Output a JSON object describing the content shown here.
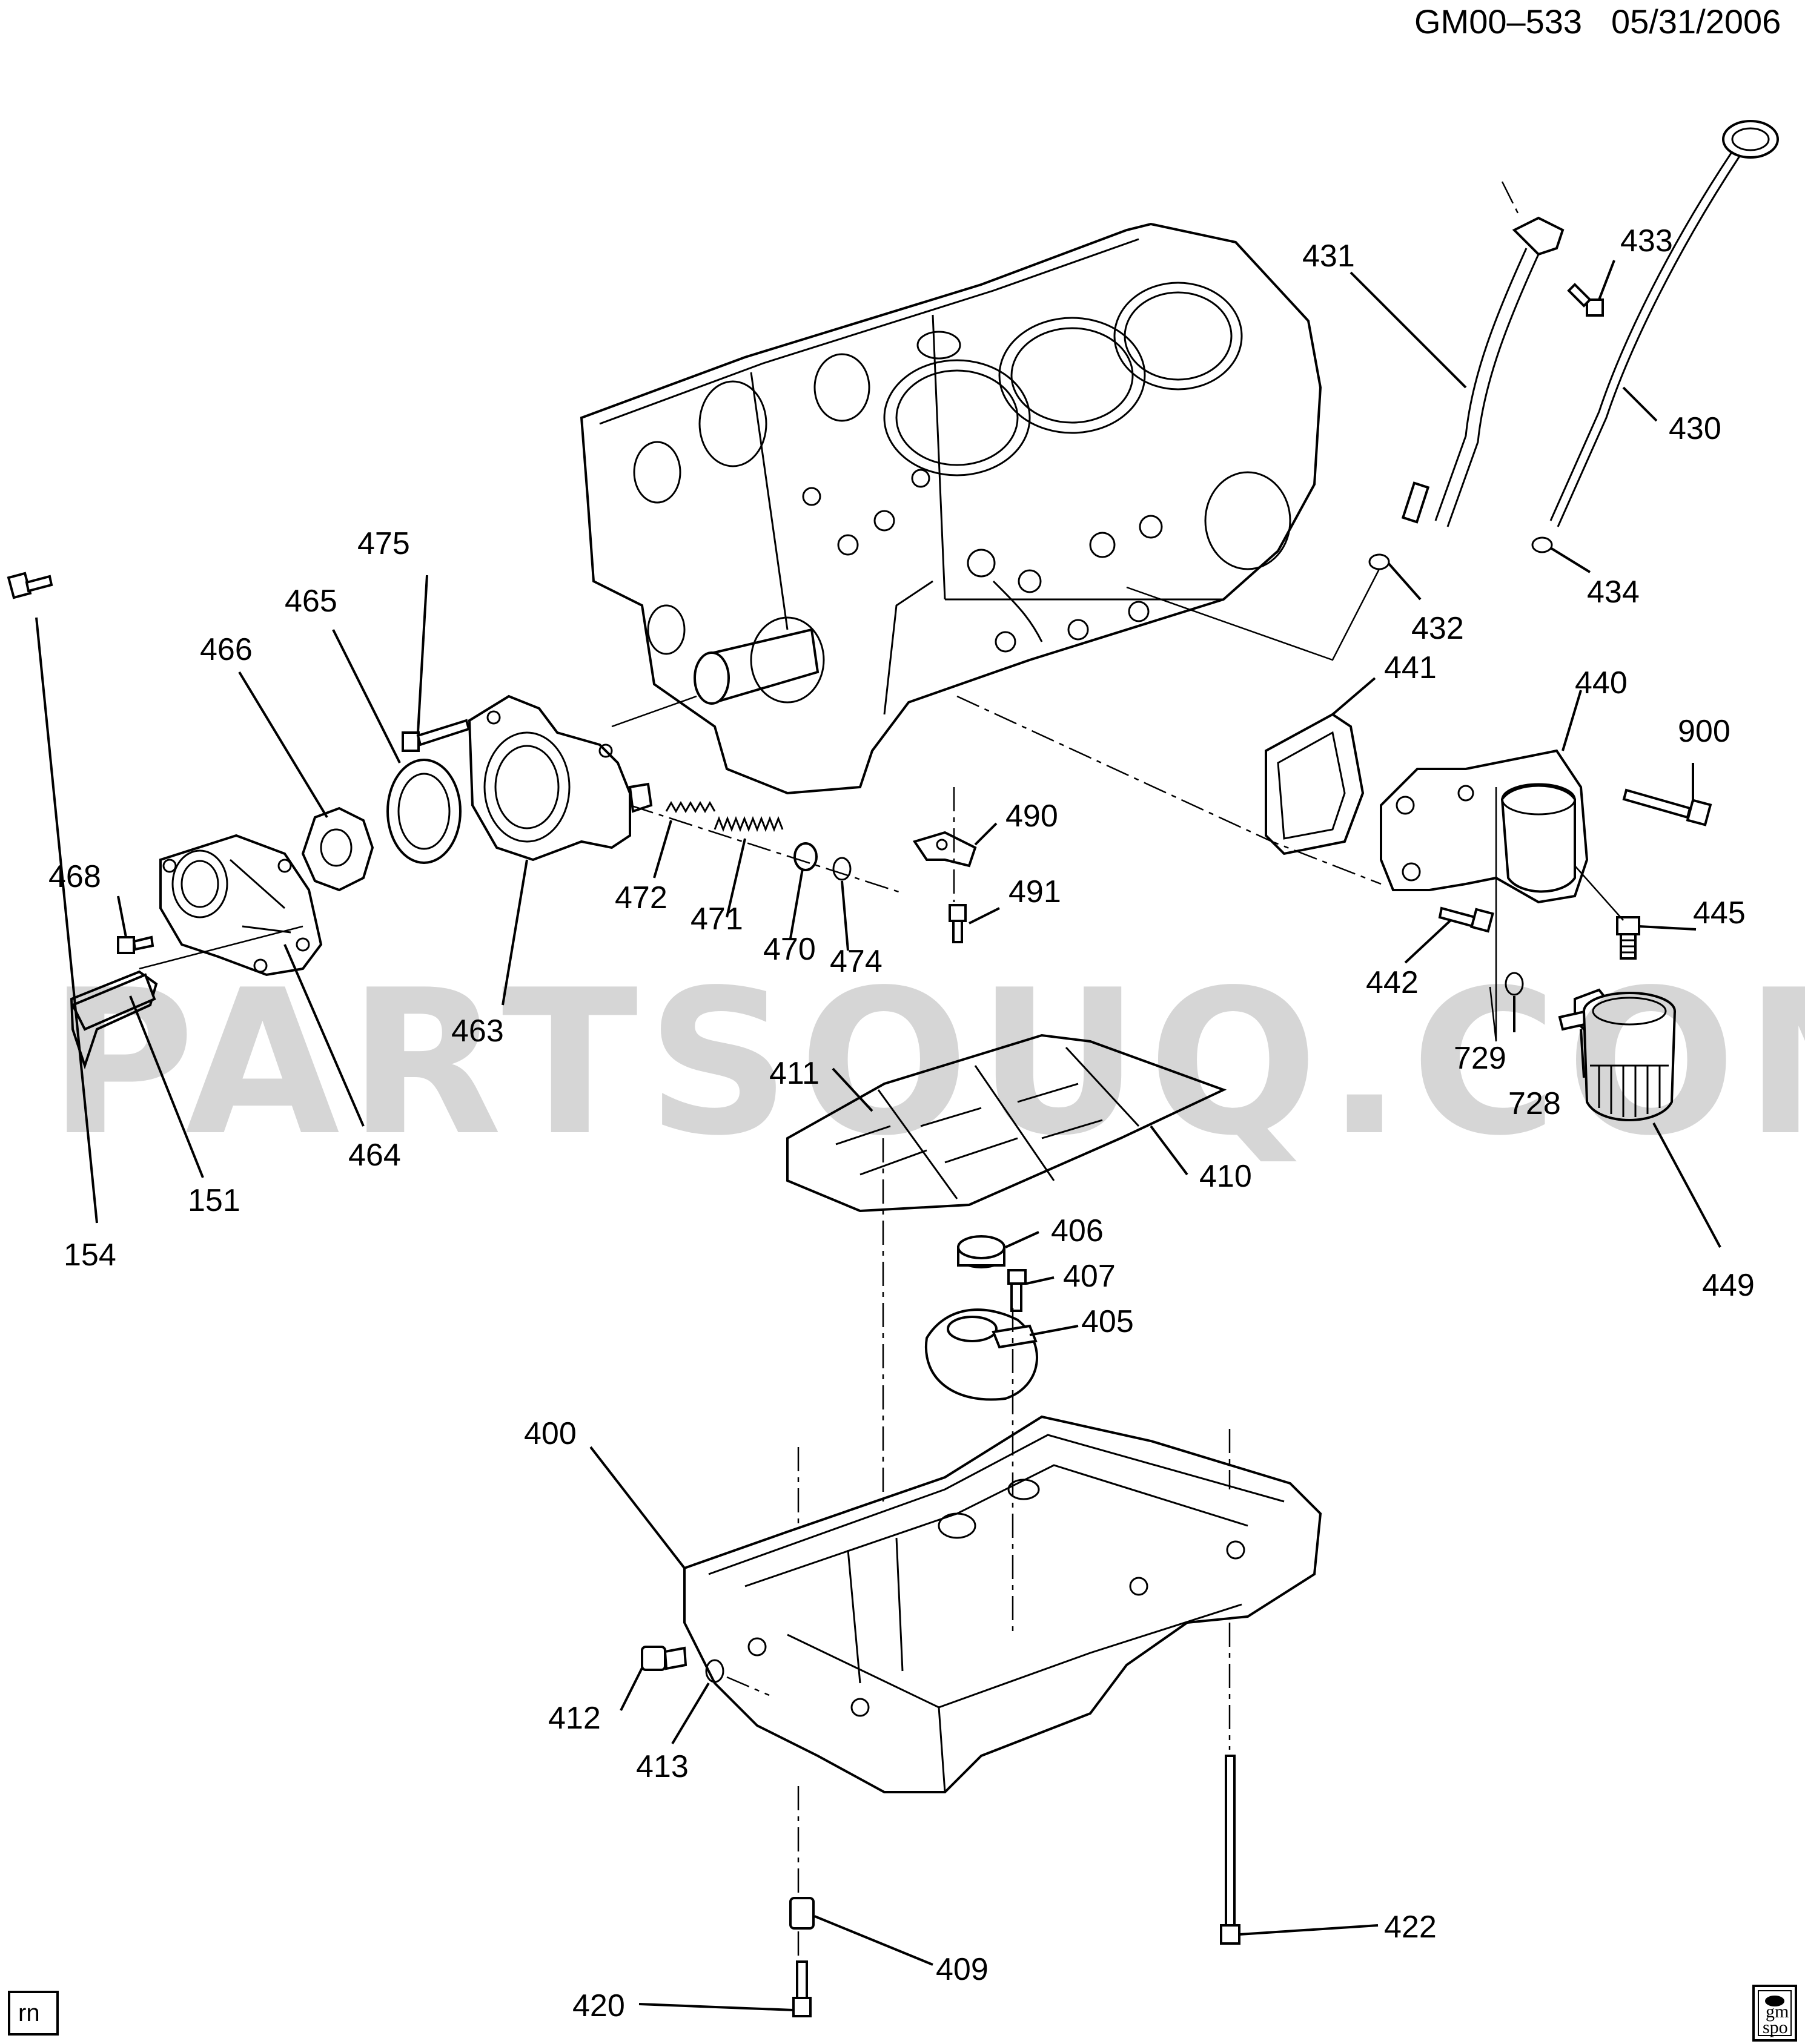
{
  "header": {
    "doc_id": "GM00–533",
    "date": "05/31/2006"
  },
  "watermark": "PARTSOUQ.COM",
  "corner_tag": "rn",
  "logo": {
    "line1": "gm",
    "line2": "spo"
  },
  "callouts": [
    {
      "id": "p154",
      "label": "154"
    },
    {
      "id": "p151",
      "label": "151"
    },
    {
      "id": "p464",
      "label": "464"
    },
    {
      "id": "p468",
      "label": "468"
    },
    {
      "id": "p466",
      "label": "466"
    },
    {
      "id": "p465",
      "label": "465"
    },
    {
      "id": "p475",
      "label": "475"
    },
    {
      "id": "p463",
      "label": "463"
    },
    {
      "id": "p472",
      "label": "472"
    },
    {
      "id": "p471",
      "label": "471"
    },
    {
      "id": "p470",
      "label": "470"
    },
    {
      "id": "p474",
      "label": "474"
    },
    {
      "id": "p490",
      "label": "490"
    },
    {
      "id": "p491",
      "label": "491"
    },
    {
      "id": "p411",
      "label": "411"
    },
    {
      "id": "p410",
      "label": "410"
    },
    {
      "id": "p406",
      "label": "406"
    },
    {
      "id": "p407",
      "label": "407"
    },
    {
      "id": "p405",
      "label": "405"
    },
    {
      "id": "p400",
      "label": "400"
    },
    {
      "id": "p412",
      "label": "412"
    },
    {
      "id": "p413",
      "label": "413"
    },
    {
      "id": "p409",
      "label": "409"
    },
    {
      "id": "p420",
      "label": "420"
    },
    {
      "id": "p422",
      "label": "422"
    },
    {
      "id": "p431",
      "label": "431"
    },
    {
      "id": "p433",
      "label": "433"
    },
    {
      "id": "p430",
      "label": "430"
    },
    {
      "id": "p432",
      "label": "432"
    },
    {
      "id": "p434",
      "label": "434"
    },
    {
      "id": "p441",
      "label": "441"
    },
    {
      "id": "p440",
      "label": "440"
    },
    {
      "id": "p900",
      "label": "900"
    },
    {
      "id": "p445",
      "label": "445"
    },
    {
      "id": "p442",
      "label": "442"
    },
    {
      "id": "p729",
      "label": "729"
    },
    {
      "id": "p728",
      "label": "728"
    },
    {
      "id": "p449",
      "label": "449"
    }
  ]
}
